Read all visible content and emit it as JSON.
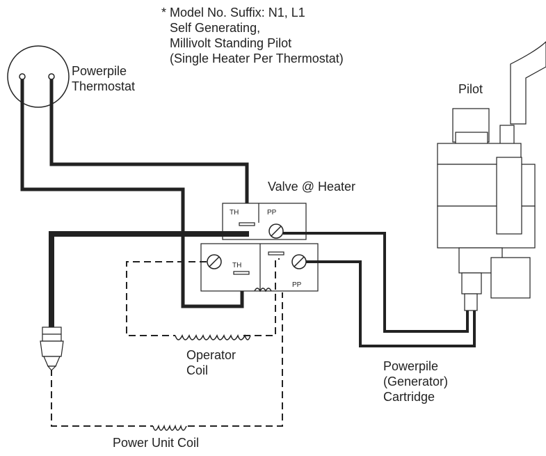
{
  "header_note": {
    "line1": "* Model No. Suffix: N1, L1",
    "line2": "Self Generating,",
    "line3": "Millivolt Standing Pilot",
    "line4": "(Single Heater Per Thermostat)"
  },
  "labels": {
    "thermostat_line1": "Powerpile",
    "thermostat_line2": "Thermostat",
    "pilot": "Pilot",
    "valve": "Valve @ Heater",
    "operator_coil_line1": "Operator",
    "operator_coil_line2": "Coil",
    "powerpile_line1": "Powerpile",
    "powerpile_line2": "(Generator)",
    "powerpile_line3": "Cartridge",
    "power_unit_coil": "Power Unit Coil"
  },
  "terminals": {
    "th_top": "TH",
    "pp_top": "PP",
    "th_bottom": "TH",
    "pp_bottom": "PP"
  },
  "colors": {
    "line": "#222222",
    "background": "#ffffff"
  }
}
